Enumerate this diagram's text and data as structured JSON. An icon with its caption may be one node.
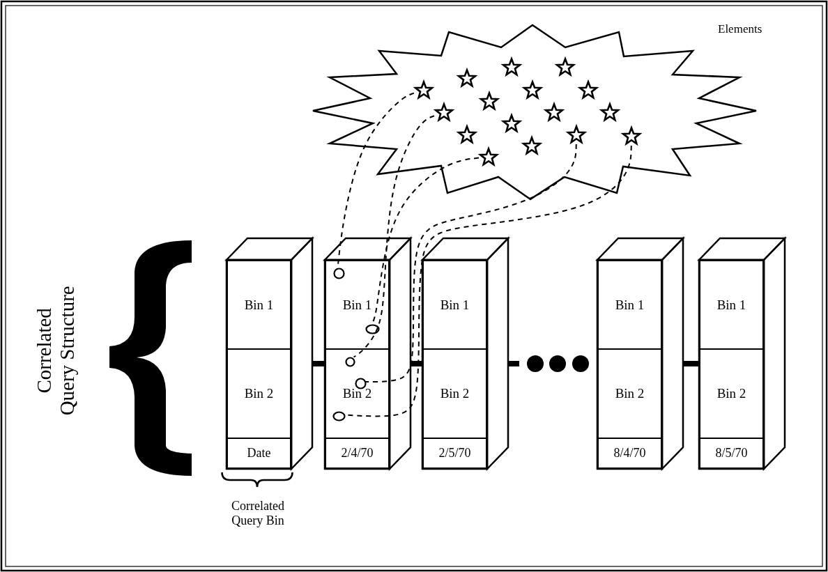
{
  "diagram": {
    "nodes": [
      {
        "text": [
          "Elements"
        ]
      },
      {
        "text": [],
        "shape": "star",
        "in": 0
      },
      {
        "text": [],
        "shape": "star",
        "in": 0
      },
      {
        "text": [],
        "shape": "star",
        "in": 0
      },
      {
        "text": [],
        "shape": "star",
        "in": 0
      },
      {
        "text": [],
        "shape": "star",
        "in": 0
      },
      {
        "text": [],
        "shape": "star",
        "in": 0
      },
      {
        "text": [],
        "shape": "star",
        "in": 0
      },
      {
        "text": [],
        "shape": "star",
        "in": 0
      },
      {
        "text": [],
        "shape": "star",
        "in": 0
      },
      {
        "text": [],
        "shape": "star",
        "in": 0
      },
      {
        "text": [],
        "shape": "star",
        "in": 0
      },
      {
        "text": [],
        "shape": "star",
        "in": 0
      },
      {
        "text": [],
        "shape": "star",
        "in": 0
      },
      {
        "text": [],
        "shape": "star",
        "in": 0
      },
      {
        "text": [],
        "shape": "star",
        "in": 0
      },
      {
        "text": [],
        "shape": "star",
        "in": 0
      },
      {
        "text": [],
        "shape": "box"
      },
      {
        "text": [
          "Bin 1"
        ],
        "in": 17
      },
      {
        "text": [
          "Bin 2"
        ],
        "in": 17
      },
      {
        "text": [
          "Date"
        ],
        "in": 17
      },
      {
        "text": [],
        "shape": "box"
      },
      {
        "text": [
          "Bin 1"
        ],
        "in": 21
      },
      {
        "text": [
          "Bin 2"
        ],
        "in": 21
      },
      {
        "text": [
          "2/4/70"
        ],
        "in": 21
      },
      {
        "text": [],
        "shape": "circle",
        "in": 22
      },
      {
        "text": [],
        "shape": "circle",
        "in": 22
      },
      {
        "text": [],
        "shape": "circle",
        "in": 23
      },
      {
        "text": [],
        "shape": "circle",
        "in": 23
      },
      {
        "text": [],
        "shape": "circle",
        "in": 23
      },
      {
        "text": [],
        "shape": "box"
      },
      {
        "text": [
          "Bin 1"
        ],
        "in": 30
      },
      {
        "text": [
          "Bin 2"
        ],
        "in": 30
      },
      {
        "text": [
          "2/5/70"
        ],
        "in": 30
      },
      {
        "text": [],
        "shape": "box"
      },
      {
        "text": [
          "Bin 1"
        ],
        "in": 34
      },
      {
        "text": [
          "Bin 2"
        ],
        "in": 34
      },
      {
        "text": [
          "8/4/70"
        ],
        "in": 34
      },
      {
        "text": [],
        "shape": "box"
      },
      {
        "text": [
          "Bin 1"
        ],
        "in": 38
      },
      {
        "text": [
          "Bin 2"
        ],
        "in": 38
      },
      {
        "text": [
          "8/5/70"
        ],
        "in": 38
      },
      {
        "text": [],
        "shape": "brace",
        "beside": [
          "Correlated Query Structure"
        ]
      },
      {
        "text": [],
        "shape": "brace",
        "beside": [
          "Correlated Query Bin"
        ]
      }
    ],
    "edges": [
      {
        "from": 1,
        "to": 25,
        "arrow": "none",
        "style": "dashed"
      },
      {
        "from": 8,
        "to": 27,
        "arrow": "none",
        "style": "dashed"
      },
      {
        "from": 16,
        "to": 26,
        "arrow": "none",
        "style": "dashed"
      },
      {
        "from": 13,
        "to": 28,
        "arrow": "none",
        "style": "dashed"
      },
      {
        "from": 14,
        "to": 29,
        "arrow": "none",
        "style": "dashed"
      },
      {
        "from": 17,
        "to": 21,
        "arrow": "none",
        "style": "thick"
      },
      {
        "from": 21,
        "to": 30,
        "arrow": "none",
        "style": "thick"
      },
      {
        "from": 30,
        "to": null,
        "arrow": "none",
        "style": "thick"
      },
      {
        "from": 34,
        "to": 38,
        "arrow": "none",
        "style": "thick"
      }
    ]
  }
}
